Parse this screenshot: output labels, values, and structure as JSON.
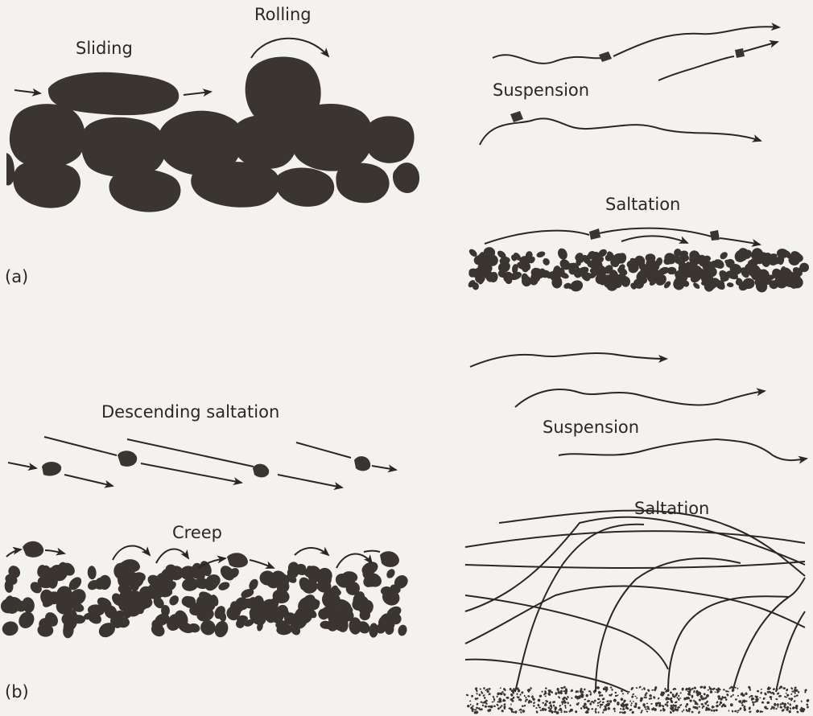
{
  "panel_a": {
    "panel_label": "(a)",
    "left": {
      "sliding_label": "Sliding",
      "rolling_label": "Rolling"
    },
    "right": {
      "suspension_label": "Suspension",
      "saltation_label": "Saltation"
    }
  },
  "panel_b": {
    "panel_label": "(b)",
    "left": {
      "descending_saltation_label": "Descending saltation",
      "creep_label": "Creep"
    },
    "right": {
      "suspension_label": "Suspension",
      "saltation_label": "Saltation"
    }
  },
  "colors": {
    "ink": "#2a2826",
    "grain": "#3b3531",
    "paper": "#f4f2ef"
  }
}
